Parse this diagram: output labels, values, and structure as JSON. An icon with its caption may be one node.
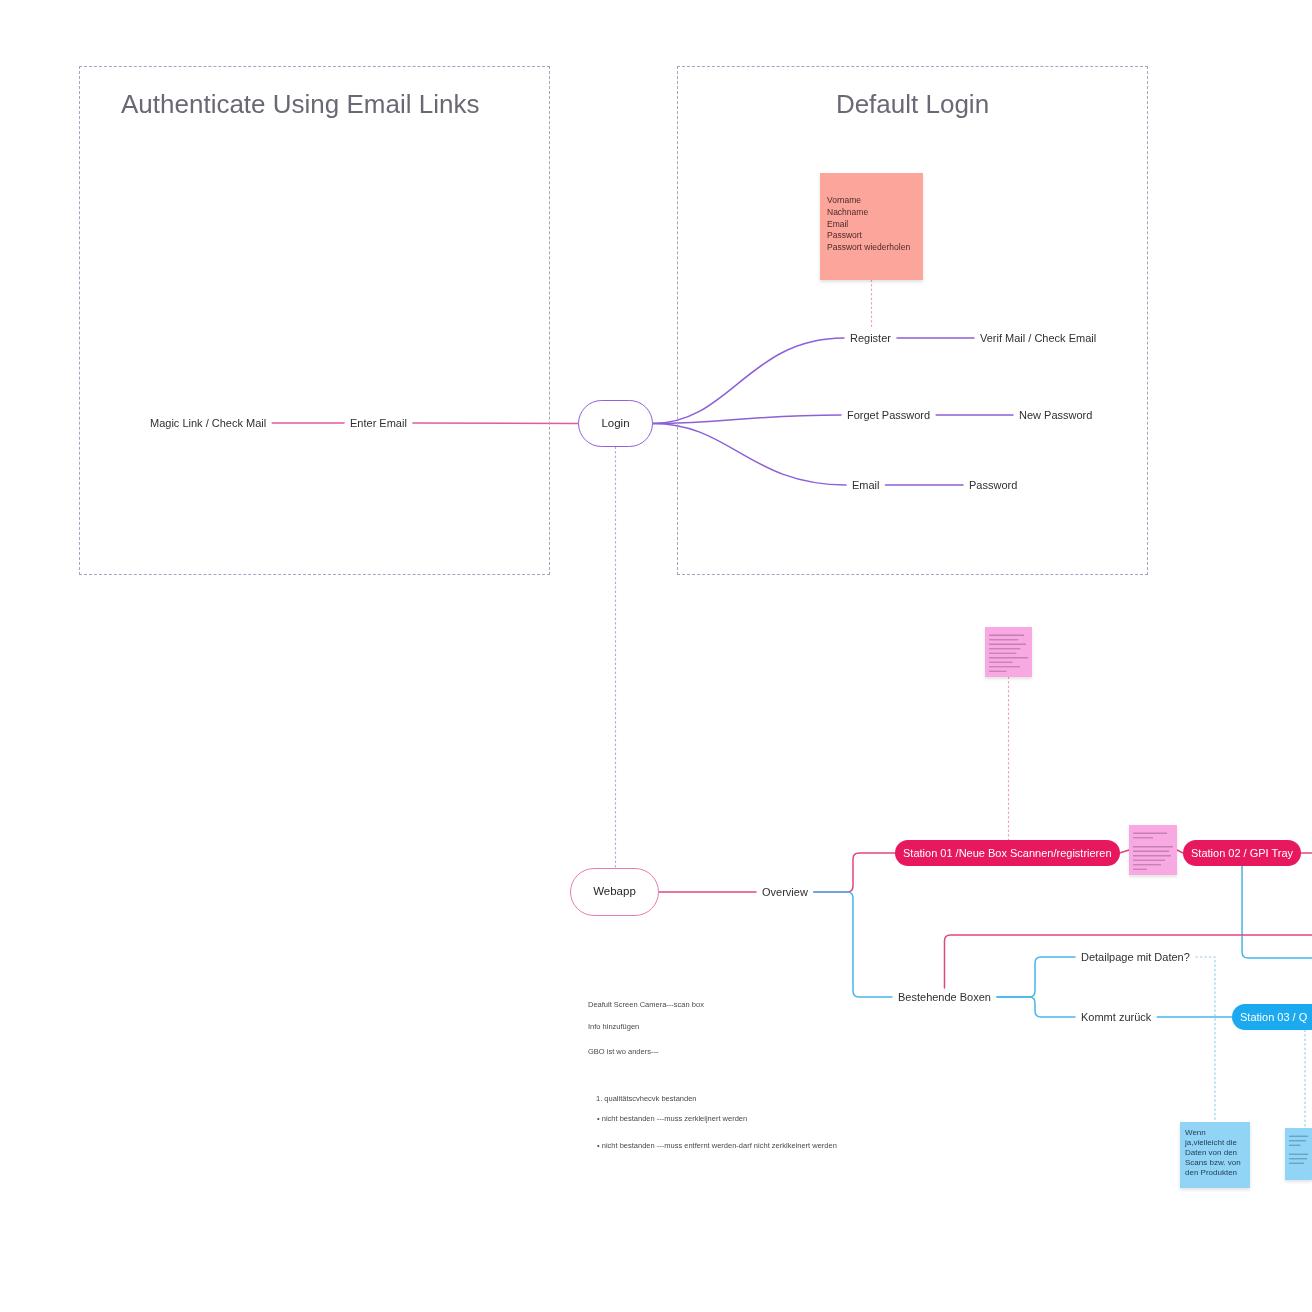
{
  "diagram": {
    "nodes": [
      {
        "text": [
          "Authenticate Using Email Links"
        ]
      },
      {
        "text": [
          "Default Login"
        ]
      },
      {
        "text": [
          "Magic Link / Check Mail"
        ],
        "in": 0
      },
      {
        "text": [
          "Enter Email"
        ],
        "in": 0
      },
      {
        "text": [
          "Login"
        ]
      },
      {
        "text": [
          "Vorname",
          "Nachname",
          "Email",
          "Passwort",
          "Passwort wiederholen"
        ],
        "in": 1
      },
      {
        "text": [
          "Register"
        ],
        "in": 1
      },
      {
        "text": [
          "Verif Mail / Check Email"
        ],
        "in": 1
      },
      {
        "text": [
          "Forget Password"
        ],
        "in": 1
      },
      {
        "text": [
          "New Password"
        ],
        "in": 1
      },
      {
        "text": [
          "Email"
        ],
        "in": 1
      },
      {
        "text": [
          "Password"
        ],
        "in": 1
      },
      {
        "text": [
          "Webapp"
        ]
      },
      {
        "text": [
          "Overview"
        ]
      },
      {
        "text": [],
        "shape": "box"
      },
      {
        "text": [
          "Station 01 /Neue Box Scannen/registrieren"
        ]
      },
      {
        "text": [],
        "shape": "box"
      },
      {
        "text": [
          "Station 02 / GPI Tray"
        ]
      },
      {
        "text": [
          "Bestehende Boxen"
        ]
      },
      {
        "text": [
          "Detailpage mit Daten?"
        ]
      },
      {
        "text": [
          "Kommt zurück"
        ]
      },
      {
        "text": [
          "Station 03 / Q"
        ]
      },
      {
        "text": [
          "Wenn ja,vielleicht die Daten von den Scans bzw. von den Produkten"
        ]
      },
      {
        "text": [],
        "shape": "box"
      }
    ],
    "edges": [
      {
        "from": 4,
        "to": 3,
        "arrow": "none",
        "color": "#e45aa0"
      },
      {
        "from": 3,
        "to": 2,
        "arrow": "none",
        "color": "#e45aa0"
      },
      {
        "from": 4,
        "to": 6,
        "arrow": "none",
        "color": "#8d5fd8"
      },
      {
        "from": 6,
        "to": 7,
        "arrow": "none",
        "color": "#8d5fd8"
      },
      {
        "from": 4,
        "to": 8,
        "arrow": "none",
        "color": "#8d5fd8"
      },
      {
        "from": 8,
        "to": 9,
        "arrow": "none",
        "color": "#8d5fd8"
      },
      {
        "from": 4,
        "to": 10,
        "arrow": "none",
        "color": "#8d5fd8"
      },
      {
        "from": 10,
        "to": 11,
        "arrow": "none",
        "color": "#8d5fd8"
      },
      {
        "from": 5,
        "to": 6,
        "arrow": "none",
        "style": "dashed",
        "color": "#eb9fc4"
      },
      {
        "from": 4,
        "to": 12,
        "arrow": "none",
        "style": "dashed",
        "color": "#b9a5e6"
      },
      {
        "from": 12,
        "to": 13,
        "arrow": "none",
        "color": "#e2447f"
      },
      {
        "from": 13,
        "to": 15,
        "arrow": "none",
        "color": "#e2447f"
      },
      {
        "from": 13,
        "to": 18,
        "arrow": "none",
        "color": "#46b7e8"
      },
      {
        "from": 14,
        "to": 15,
        "arrow": "none",
        "style": "dashed",
        "color": "#eb9fc4"
      },
      {
        "from": 15,
        "to": 16,
        "arrow": "none",
        "color": "#e2447f"
      },
      {
        "from": 16,
        "to": 17,
        "arrow": "none",
        "color": "#e2447f"
      },
      {
        "from": 17,
        "to": null,
        "arrow": "none",
        "color": "#e2447f"
      },
      {
        "from": 17,
        "to": null,
        "arrow": "none",
        "color": "#46b7e8"
      },
      {
        "from": 18,
        "to": null,
        "arrow": "none",
        "color": "#e2447f"
      },
      {
        "from": 18,
        "to": 19,
        "arrow": "none",
        "color": "#46b7e8"
      },
      {
        "from": 18,
        "to": 20,
        "arrow": "none",
        "color": "#46b7e8"
      },
      {
        "from": 20,
        "to": 21,
        "arrow": "none",
        "color": "#46b7e8"
      },
      {
        "from": 19,
        "to": 22,
        "arrow": "none",
        "style": "dashed",
        "color": "#8fd0ee"
      },
      {
        "from": 21,
        "to": 23,
        "arrow": "none",
        "style": "dashed",
        "color": "#8fd0ee"
      }
    ],
    "labels": [
      "Deafult Screen Camera---scan box",
      "Info hinzufügen",
      "GBO ist wo anders---",
      "1. qualitätscvhecvk bestanden",
      "• nicht bestanden ---muss zerkleijnert werden",
      "• nicht bestanden ---muss entfernt werden-darf nicht zerklkeinert werden"
    ]
  }
}
